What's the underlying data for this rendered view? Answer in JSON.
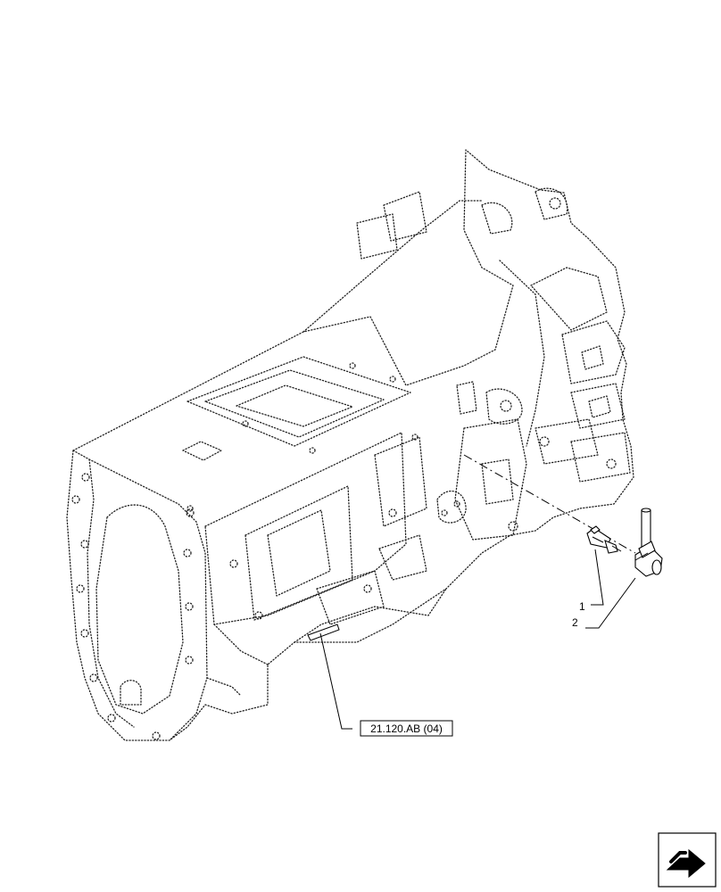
{
  "callouts": [
    {
      "number": "1",
      "part": "sensor"
    },
    {
      "number": "2",
      "part": "elbow-fitting"
    }
  ],
  "reference": {
    "label": "21.120.AB (04)"
  },
  "colors": {
    "line": "#000000",
    "background": "#ffffff"
  },
  "icons": {
    "nav": "next-page-arrow-icon"
  }
}
